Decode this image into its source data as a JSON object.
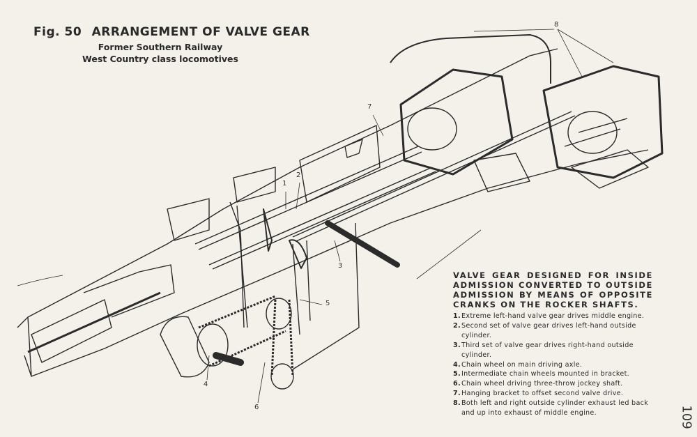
{
  "header": {
    "fig_label": "Fig. 50",
    "title": "ARRANGEMENT OF VALVE GEAR",
    "subtitle_1": "Former Southern Railway",
    "subtitle_2": "West Country class locomotives"
  },
  "callouts": [
    "1",
    "2",
    "3",
    "4",
    "5",
    "6",
    "7",
    "8"
  ],
  "caption": {
    "heading_lines": [
      "VALVE GEAR DESIGNED FOR INSIDE",
      "ADMISSION CONVERTED TO OUTSIDE",
      "ADMISSION BY MEANS OF OPPOSITE",
      "CRANKS ON THE ROCKER SHAFTS."
    ],
    "items": [
      {
        "num": "1.",
        "text": "Extreme left-hand valve gear drives middle engine."
      },
      {
        "num": "2.",
        "text": "Second set of valve gear drives left-hand outside cylinder."
      },
      {
        "num": "3.",
        "text": "Third set of valve gear drives right-hand outside cylinder."
      },
      {
        "num": "4.",
        "text": "Chain wheel on main driving axle."
      },
      {
        "num": "5.",
        "text": "Intermediate chain wheels mounted in bracket."
      },
      {
        "num": "6.",
        "text": "Chain wheel driving three-throw jockey shaft."
      },
      {
        "num": "7.",
        "text": "Hanging bracket to offset second valve drive."
      },
      {
        "num": "8.",
        "text": "Both left and right outside cylinder exhaust led back and up into exhaust of middle engine."
      }
    ]
  },
  "page_number": "109"
}
